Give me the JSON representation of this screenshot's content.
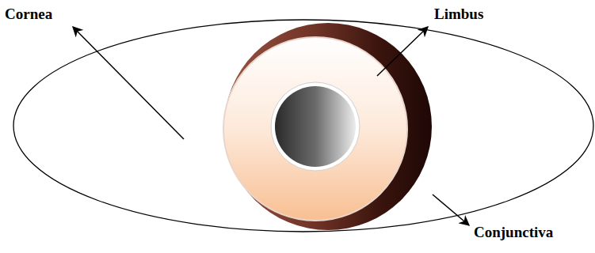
{
  "diagram": {
    "labels": [
      "Cornea",
      "Limbus",
      "Conjunctiva"
    ]
  }
}
